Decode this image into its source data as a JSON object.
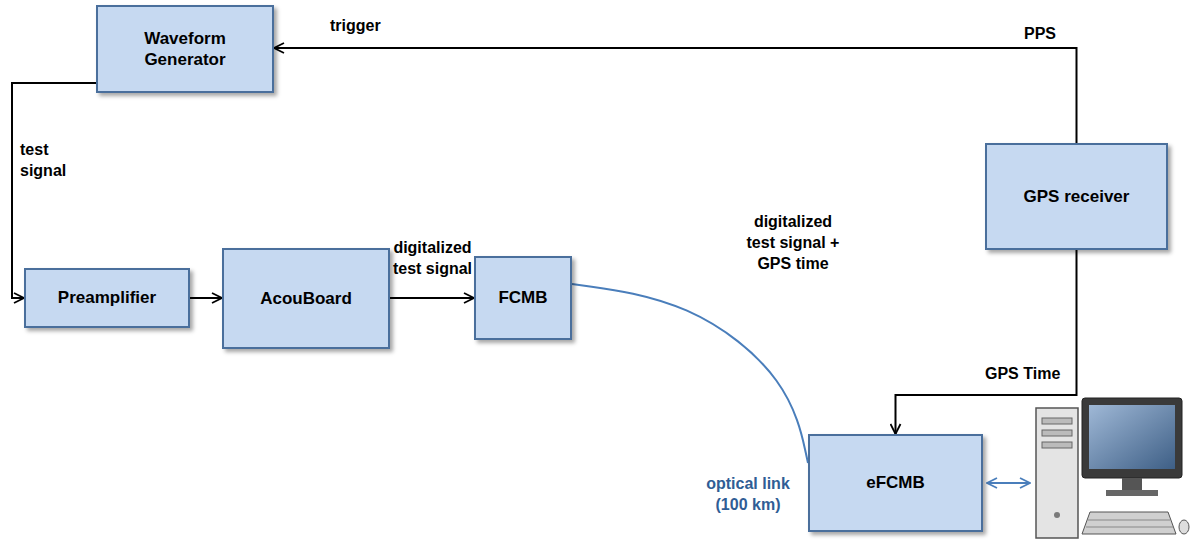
{
  "diagram": {
    "nodes": [
      {
        "text": [
          "Waveform Generator"
        ]
      },
      {
        "text": [
          "Preamplifier"
        ]
      },
      {
        "text": [
          "AcouBoard"
        ]
      },
      {
        "text": [
          "FCMB"
        ]
      },
      {
        "text": [
          "GPS receiver"
        ]
      },
      {
        "text": [
          "eFCMB"
        ]
      }
    ],
    "edges": [
      {
        "from": 4,
        "to": 0,
        "arrow": "to",
        "label": "trigger"
      },
      {
        "from": 0,
        "to": 1,
        "arrow": "to",
        "label": "test signal"
      },
      {
        "from": 1,
        "to": 2,
        "arrow": "to"
      },
      {
        "from": 2,
        "to": 3,
        "arrow": "to",
        "label": "digitalized test signal"
      },
      {
        "from": 3,
        "to": 5,
        "arrow": "none",
        "label": "optical link (100 km)"
      },
      {
        "from": 4,
        "to": 5,
        "arrow": "to",
        "label": "GPS Time"
      }
    ],
    "labels": [
      "PPS",
      "digitalized test signal + GPS time"
    ]
  }
}
